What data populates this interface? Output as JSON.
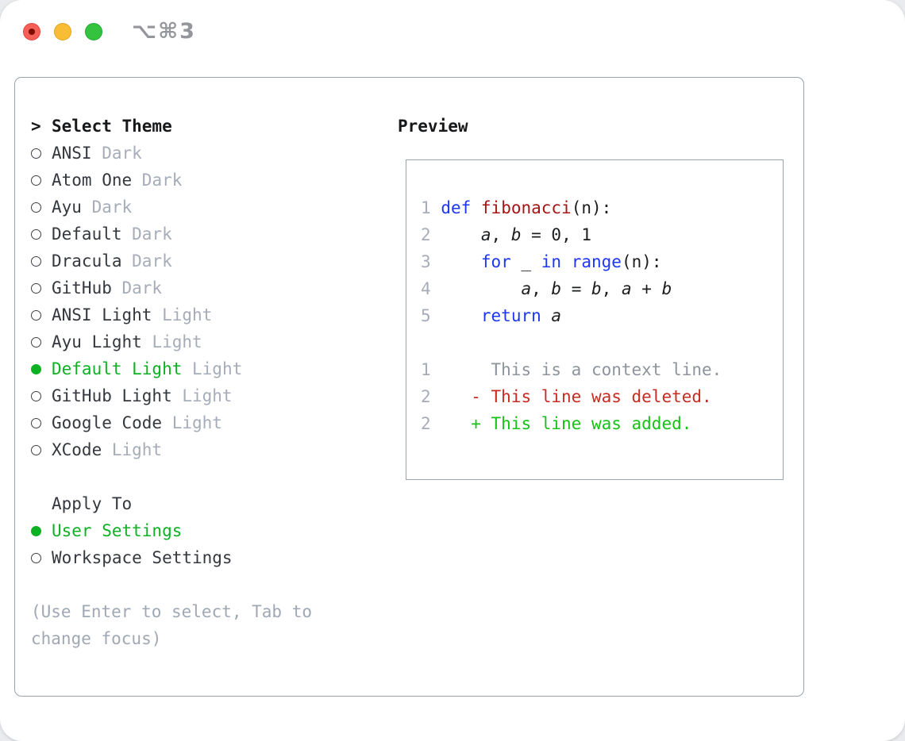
{
  "window": {
    "title": "⌥⌘3",
    "traffic_lights": [
      {
        "name": "close",
        "color": "#f45f57"
      },
      {
        "name": "minimize",
        "color": "#f8bd35"
      },
      {
        "name": "zoom",
        "color": "#34c23f"
      }
    ]
  },
  "colors": {
    "selected_green": "#0eb124",
    "diff_added_green": "#16c216",
    "diff_deleted_red": "#c72c22",
    "keyword_blue": "#1e37f5",
    "function_dark_red": "#a51515",
    "muted_gray": "#a6adb8",
    "panel_border": "#9aa2ae"
  },
  "theme_panel": {
    "header": {
      "cursor": ">",
      "label": "Select Theme"
    },
    "items": [
      {
        "name": "ANSI",
        "variant": "Dark",
        "selected": false
      },
      {
        "name": "Atom One",
        "variant": "Dark",
        "selected": false
      },
      {
        "name": "Ayu",
        "variant": "Dark",
        "selected": false
      },
      {
        "name": "Default",
        "variant": "Dark",
        "selected": false
      },
      {
        "name": "Dracula",
        "variant": "Dark",
        "selected": false
      },
      {
        "name": "GitHub",
        "variant": "Dark",
        "selected": false
      },
      {
        "name": "ANSI Light",
        "variant": "Light",
        "selected": false
      },
      {
        "name": "Ayu Light",
        "variant": "Light",
        "selected": false
      },
      {
        "name": "Default Light",
        "variant": "Light",
        "selected": true
      },
      {
        "name": "GitHub Light",
        "variant": "Light",
        "selected": false
      },
      {
        "name": "Google Code",
        "variant": "Light",
        "selected": false
      },
      {
        "name": "XCode",
        "variant": "Light",
        "selected": false
      }
    ],
    "apply_to": {
      "label": "Apply To",
      "options": [
        {
          "label": "User Settings",
          "selected": true
        },
        {
          "label": "Workspace Settings",
          "selected": false
        }
      ]
    },
    "help_lines": [
      "(Use Enter to select, Tab to",
      "change focus)"
    ]
  },
  "preview": {
    "label": "Preview",
    "code_lines": [
      {
        "num": "1",
        "tokens": [
          {
            "t": "def",
            "c": "kw"
          },
          {
            "t": " ",
            "c": "pl"
          },
          {
            "t": "fibonacci",
            "c": "fn"
          },
          {
            "t": "(n):",
            "c": "pl"
          }
        ]
      },
      {
        "num": "2",
        "tokens": [
          {
            "t": "    ",
            "c": "pl"
          },
          {
            "t": "a",
            "c": "var"
          },
          {
            "t": ", ",
            "c": "pl"
          },
          {
            "t": "b",
            "c": "var"
          },
          {
            "t": " = 0, 1",
            "c": "pl"
          }
        ]
      },
      {
        "num": "3",
        "tokens": [
          {
            "t": "    ",
            "c": "pl"
          },
          {
            "t": "for",
            "c": "kw"
          },
          {
            "t": " _ ",
            "c": "pl"
          },
          {
            "t": "in",
            "c": "kw"
          },
          {
            "t": " ",
            "c": "pl"
          },
          {
            "t": "range",
            "c": "kw"
          },
          {
            "t": "(n):",
            "c": "pl"
          }
        ]
      },
      {
        "num": "4",
        "tokens": [
          {
            "t": "        ",
            "c": "pl"
          },
          {
            "t": "a",
            "c": "var"
          },
          {
            "t": ", ",
            "c": "pl"
          },
          {
            "t": "b",
            "c": "var"
          },
          {
            "t": " = ",
            "c": "pl"
          },
          {
            "t": "b",
            "c": "var"
          },
          {
            "t": ", ",
            "c": "pl"
          },
          {
            "t": "a",
            "c": "var"
          },
          {
            "t": " + ",
            "c": "pl"
          },
          {
            "t": "b",
            "c": "var"
          }
        ]
      },
      {
        "num": "5",
        "tokens": [
          {
            "t": "    ",
            "c": "pl"
          },
          {
            "t": "return",
            "c": "kw"
          },
          {
            "t": " ",
            "c": "pl"
          },
          {
            "t": "a",
            "c": "var"
          }
        ]
      }
    ],
    "diff_lines": [
      {
        "num": "1",
        "marker": " ",
        "text": "This is a context line.",
        "type": "context"
      },
      {
        "num": "2",
        "marker": "-",
        "text": "This line was deleted.",
        "type": "deleted"
      },
      {
        "num": "2",
        "marker": "+",
        "text": "This line was added.",
        "type": "added"
      }
    ]
  }
}
